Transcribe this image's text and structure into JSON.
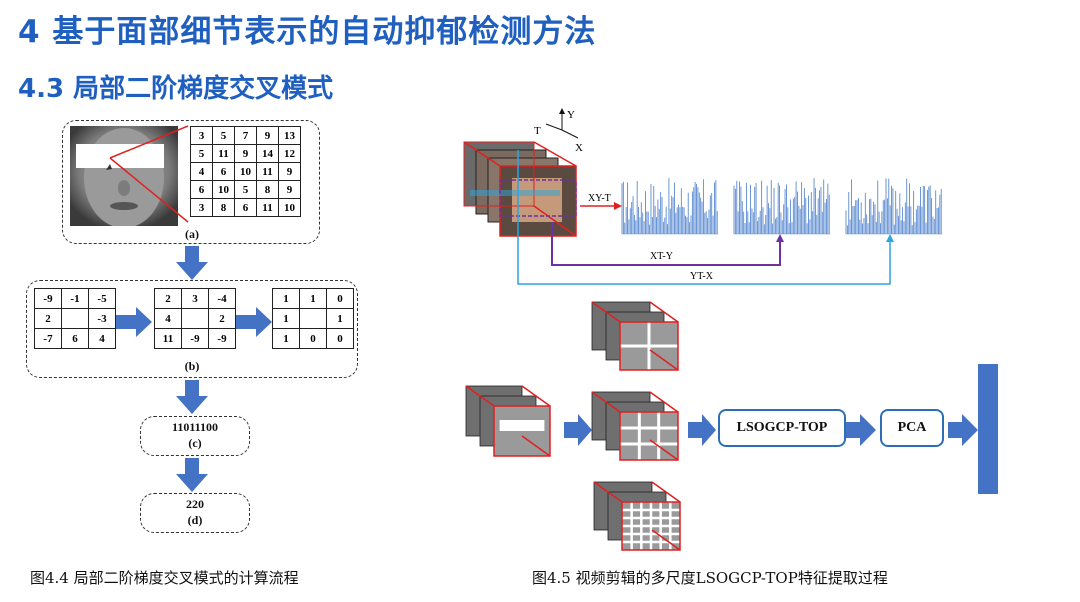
{
  "header": {
    "title": "4 基于面部细节表示的自动抑郁检测方法",
    "subtitle": "4.3 局部二阶梯度交叉模式"
  },
  "left_figure": {
    "grid_a": [
      [
        "3",
        "5",
        "7",
        "9",
        "13"
      ],
      [
        "5",
        "11",
        "9",
        "14",
        "12"
      ],
      [
        "4",
        "6",
        "10",
        "11",
        "9"
      ],
      [
        "6",
        "10",
        "5",
        "8",
        "9"
      ],
      [
        "3",
        "8",
        "6",
        "11",
        "10"
      ]
    ],
    "label_a": "(a)",
    "grid_b1": [
      [
        "-9",
        "-1",
        "-5"
      ],
      [
        "2",
        "",
        "-3"
      ],
      [
        "-7",
        "6",
        "4"
      ]
    ],
    "grid_b2": [
      [
        "2",
        "3",
        "-4"
      ],
      [
        "4",
        "",
        "2"
      ],
      [
        "11",
        "-9",
        "-9"
      ]
    ],
    "grid_b3": [
      [
        "1",
        "1",
        "0"
      ],
      [
        "1",
        "",
        "1"
      ],
      [
        "1",
        "0",
        "0"
      ]
    ],
    "label_b": "(b)",
    "code_c": "11011100",
    "label_c": "(c)",
    "value_d": "220",
    "label_d": "(d)",
    "caption": "图4.4 局部二阶梯度交叉模式的计算流程"
  },
  "right_figure": {
    "axis_y": "Y",
    "axis_t": "T",
    "axis_x": "X",
    "plane_xyt": "XY-T",
    "plane_xty": "XT-Y",
    "plane_ytx": "YT-X",
    "box_lsogcp": "LSOGCP-TOP",
    "box_pca": "PCA",
    "caption": "图4.5 视频剪辑的多尺度LSOGCP-TOP特征提取过程"
  },
  "colors": {
    "title_blue": "#1f5fbf",
    "arrow_blue": "#4472c4",
    "red_line": "#e02020",
    "purple_line": "#7030a0",
    "cyan_line": "#2aa6e0",
    "bar_blue": "#5b8bd0"
  }
}
